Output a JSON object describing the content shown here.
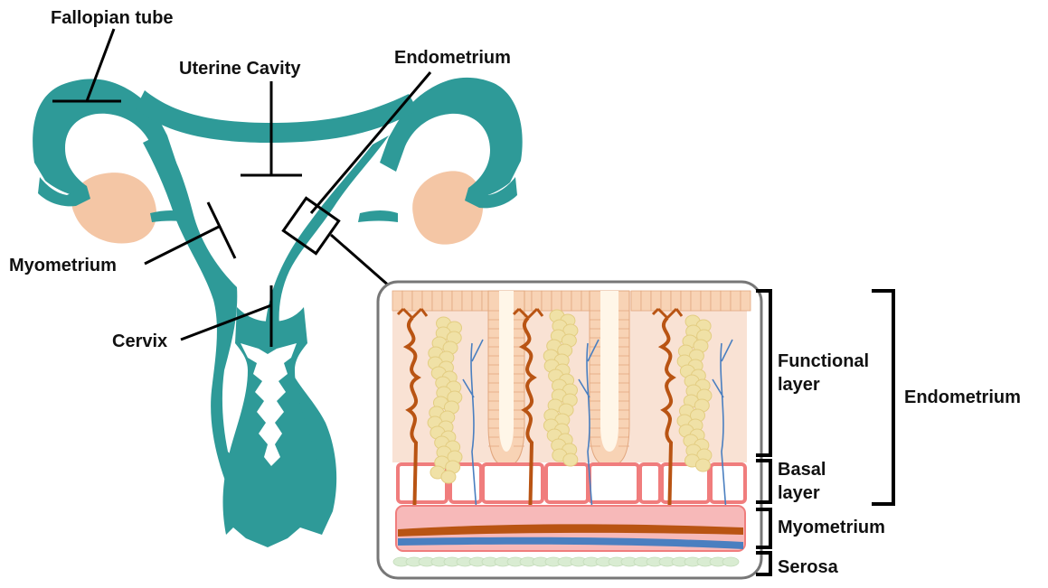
{
  "colors": {
    "uterus": "#2e9a98",
    "ovary": "#f4c6a5",
    "functional_bg": "#f9e2d4",
    "epithelium": "#f8d3b5",
    "epithelium_stroke": "#e2a880",
    "gland": "#e3cd82",
    "gland_fill": "#f0e1a6",
    "artery": "#b95413",
    "vein": "#4a7fc0",
    "basal_stroke": "#f07d7d",
    "myometrium_fill": "#f7b9b9",
    "serosa": "#d9ecd2",
    "panel_border": "#777777",
    "line": "#000000"
  },
  "labels": {
    "fallopian_tube": "Fallopian tube",
    "uterine_cavity": "Uterine Cavity",
    "endometrium_top": "Endometrium",
    "myometrium_left": "Myometrium",
    "cervix": "Cervix",
    "functional_layer_line1": "Functional",
    "functional_layer_line2": "layer",
    "basal_layer_line1": "Basal",
    "basal_layer_line2": "layer",
    "endometrium_right": "Endometrium",
    "myometrium_right": "Myometrium",
    "serosa": "Serosa"
  }
}
